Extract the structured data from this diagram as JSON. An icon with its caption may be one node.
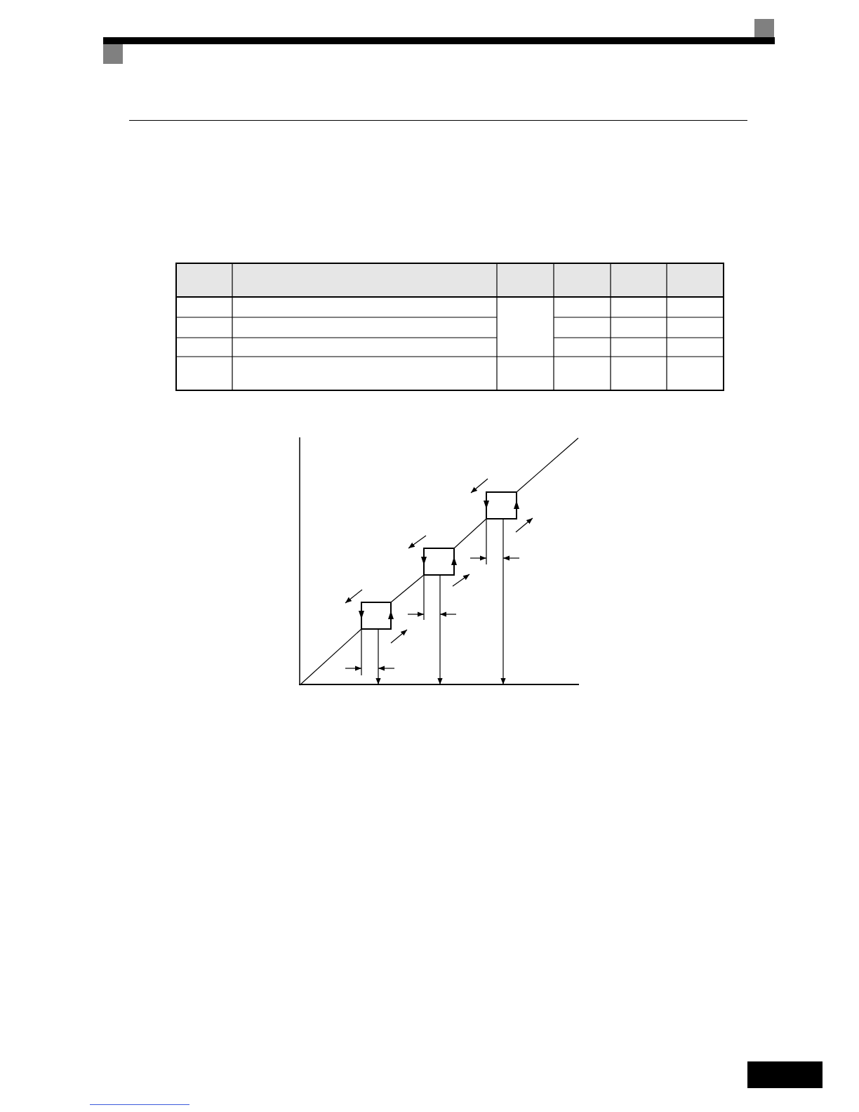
{
  "diagram": {
    "nodes": [
      {
        "text": [],
        "shape": "box"
      },
      {
        "text": [],
        "shape": "box"
      },
      {
        "text": [],
        "shape": "box"
      },
      {
        "text": [],
        "shape": "bar"
      }
    ],
    "edges": [
      {
        "from": 0,
        "to": 3,
        "arrow": "to"
      },
      {
        "from": 1,
        "to": 3,
        "arrow": "to"
      },
      {
        "from": 2,
        "to": 3,
        "arrow": "to"
      }
    ]
  }
}
